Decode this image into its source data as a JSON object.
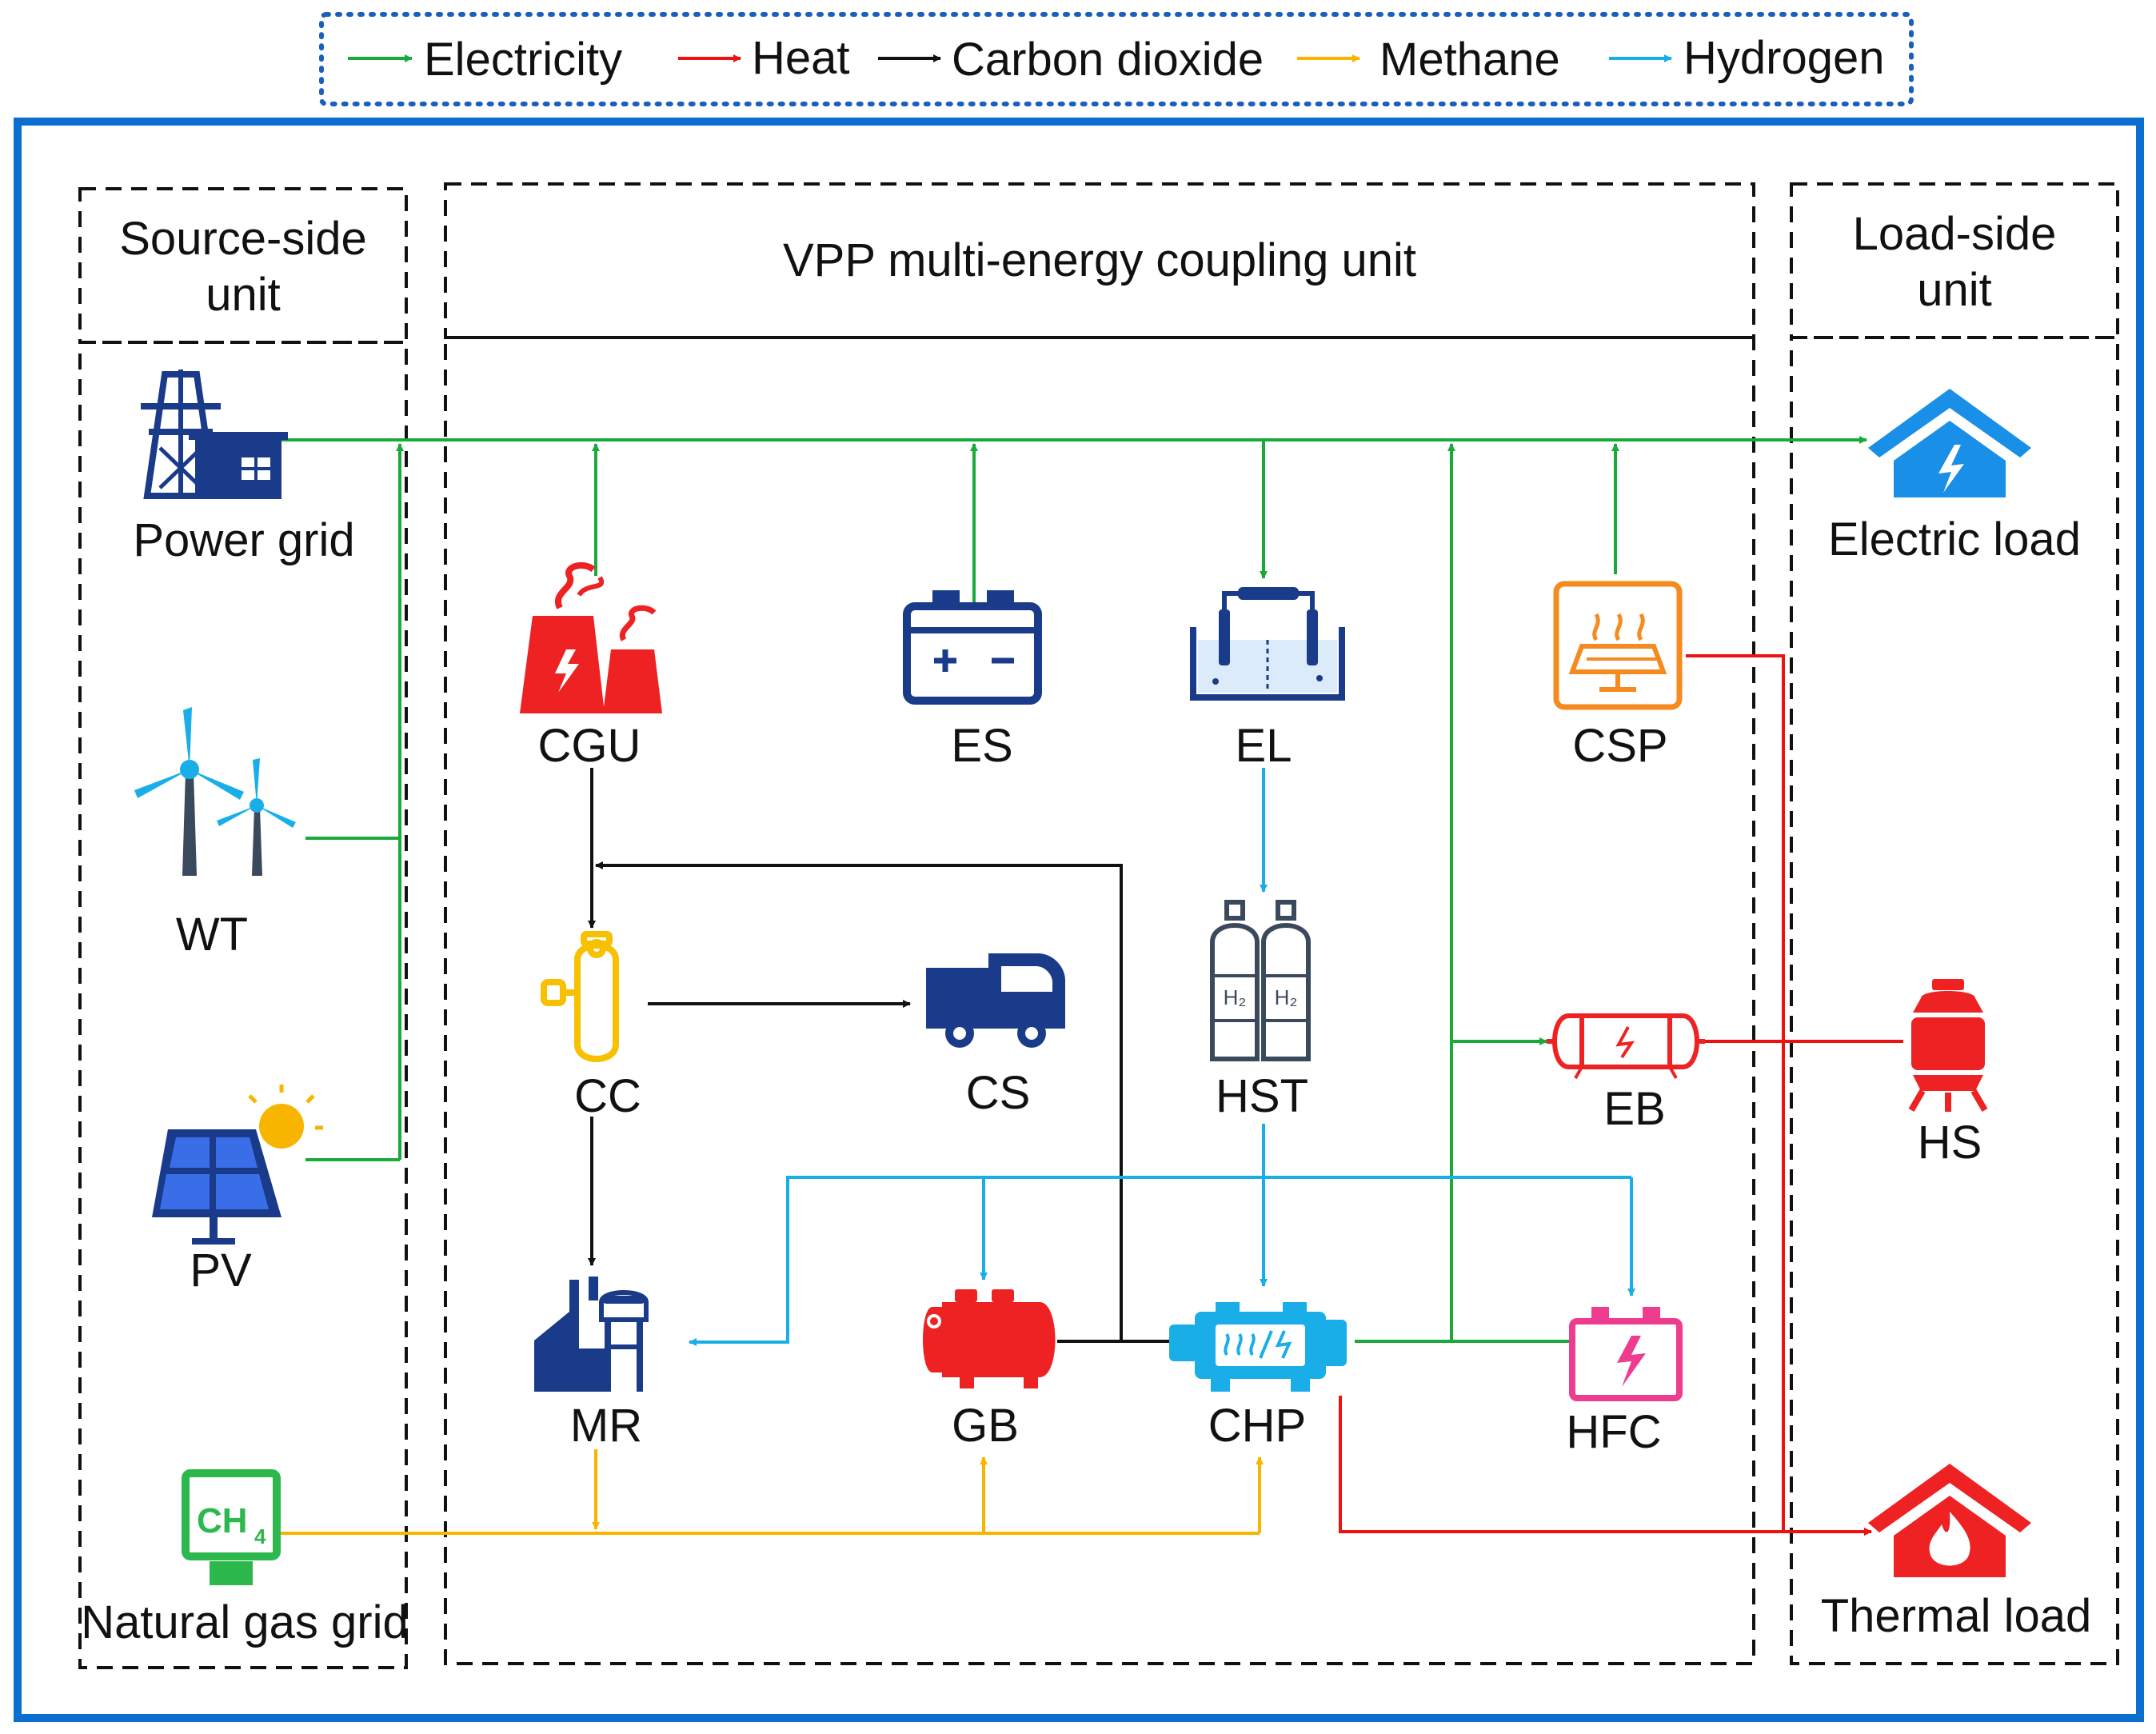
{
  "legend": {
    "items": [
      {
        "label": "Electricity",
        "color": "#1aaa3c"
      },
      {
        "label": "Heat",
        "color": "#ee1111"
      },
      {
        "label": "Carbon dioxide",
        "color": "#111111"
      },
      {
        "label": "Methane",
        "color": "#f7b500"
      },
      {
        "label": "Hydrogen",
        "color": "#1aaee8"
      }
    ]
  },
  "panels": {
    "source_title": [
      "Source-side",
      "unit"
    ],
    "vpp_title": "VPP multi-energy coupling unit",
    "load_title": [
      "Load-side",
      "unit"
    ]
  },
  "components": {
    "power_grid": "Power grid",
    "wt": "WT",
    "pv": "PV",
    "natural_gas_grid": "Natural gas grid",
    "cgu": "CGU",
    "es": "ES",
    "el": "EL",
    "csp": "CSP",
    "cc": "CC",
    "cs": "CS",
    "hst": "HST",
    "eb": "EB",
    "mr": "MR",
    "gb": "GB",
    "chp": "CHP",
    "hfc": "HFC",
    "electric_load": "Electric load",
    "hs": "HS",
    "thermal_load": "Thermal load"
  },
  "icon_text": {
    "ch4": "CH",
    "ch4_sub": "4",
    "h2": "H₂"
  },
  "colors": {
    "frame_blue": "#0a6fce",
    "legend_border": "#1a5fbf",
    "navy_icon": "#1a3a8a",
    "red_icon": "#ee2222",
    "yellow_icon": "#f7c000",
    "cyan_icon": "#1aaee8",
    "orange_icon": "#f58a1f",
    "pink_icon": "#ee3d8f",
    "green_icon": "#2db84d"
  }
}
